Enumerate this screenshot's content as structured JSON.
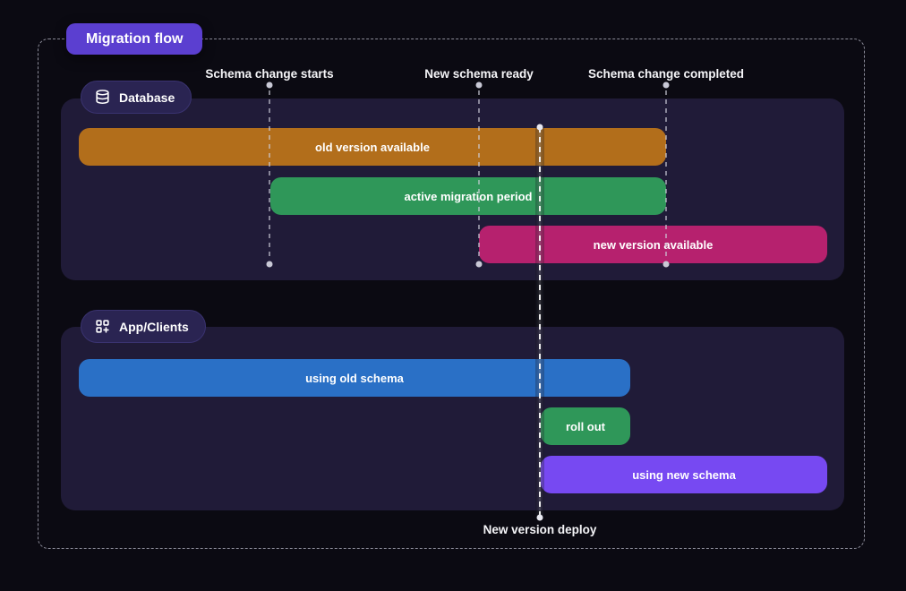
{
  "title": "Migration flow",
  "colors": {
    "background": "#0b0a12",
    "panel": "#201b38",
    "badge": "#2a2452",
    "title_tab": "#5b3fd0",
    "boundary_dash": "#8b8b98",
    "bar_orange": "#b26e1b",
    "bar_green": "#2f9759",
    "bar_magenta": "#b6216e",
    "bar_blue": "#2a70c6",
    "bar_purple": "#7749f2"
  },
  "markers": [
    {
      "label": "Schema change starts"
    },
    {
      "label": "New schema ready"
    },
    {
      "label": "Schema change completed"
    }
  ],
  "deploy": {
    "label": "New version deploy"
  },
  "sections": [
    {
      "label": "Database",
      "icon": "database-icon",
      "bars": [
        {
          "label": "old version available",
          "color": "#b26e1b",
          "start": "diagram-left",
          "end": "schema-change-completed"
        },
        {
          "label": "active migration period",
          "color": "#2f9759",
          "start": "schema-change-starts",
          "end": "schema-change-completed"
        },
        {
          "label": "new version available",
          "color": "#b6216e",
          "start": "new-schema-ready",
          "end": "diagram-right"
        }
      ]
    },
    {
      "label": "App/Clients",
      "icon": "apps-icon",
      "bars": [
        {
          "label": "using old schema",
          "color": "#2a70c6",
          "start": "diagram-left",
          "end": "after-new-version-deploy"
        },
        {
          "label": "roll out",
          "color": "#2f9759",
          "start": "new-version-deploy",
          "end": "after-new-version-deploy"
        },
        {
          "label": "using new schema",
          "color": "#7749f2",
          "start": "new-version-deploy",
          "end": "diagram-right"
        }
      ]
    }
  ]
}
